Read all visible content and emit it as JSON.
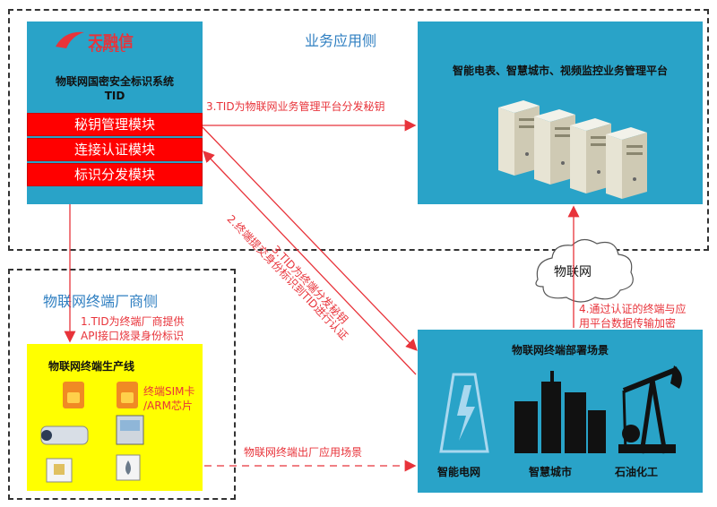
{
  "regions": {
    "business_side": "业务应用侧",
    "manufacturer_side": "物联网终端厂商侧"
  },
  "tid": {
    "logo_cn": "天融信",
    "logo_en": "TOPSEC",
    "title_line1": "物联网国密安全标识系统",
    "title_line2": "TID",
    "modules": [
      "秘钥管理模块",
      "连接认证模块",
      "标识分发模块"
    ]
  },
  "platform": {
    "title": "智能电表、智慧城市、视频监控业务管理平台"
  },
  "cloud": {
    "label": "物联网"
  },
  "production": {
    "title": "物联网终端生产线",
    "sim_label_line1": "终端SIM卡",
    "sim_label_line2": "/ARM芯片"
  },
  "deploy": {
    "title": "物联网终端部署场景",
    "items": [
      "智能电网",
      "智慧城市",
      "石油化工"
    ]
  },
  "arrows": {
    "step1_line1": "1.TID为终端厂商提供",
    "step1_line2": "API接口烧录身份标识",
    "step2": "2.终端提交身份标识到TID进行认证",
    "step3a": "3.TID为物联网业务管理平台分发秘钥",
    "step3b": "3.TID为终端分发秘钥",
    "step4_line1": "4.通过认证的终端与应",
    "step4_line2": "用平台数据传输加密",
    "factory_out": "物联网终端出厂应用场景"
  },
  "colors": {
    "accent_blue": "#29a3c8",
    "module_red": "#ff0000",
    "arrow_red": "#e8333a",
    "title_blue": "#2f7fc1",
    "production_yellow": "#ffff00"
  }
}
